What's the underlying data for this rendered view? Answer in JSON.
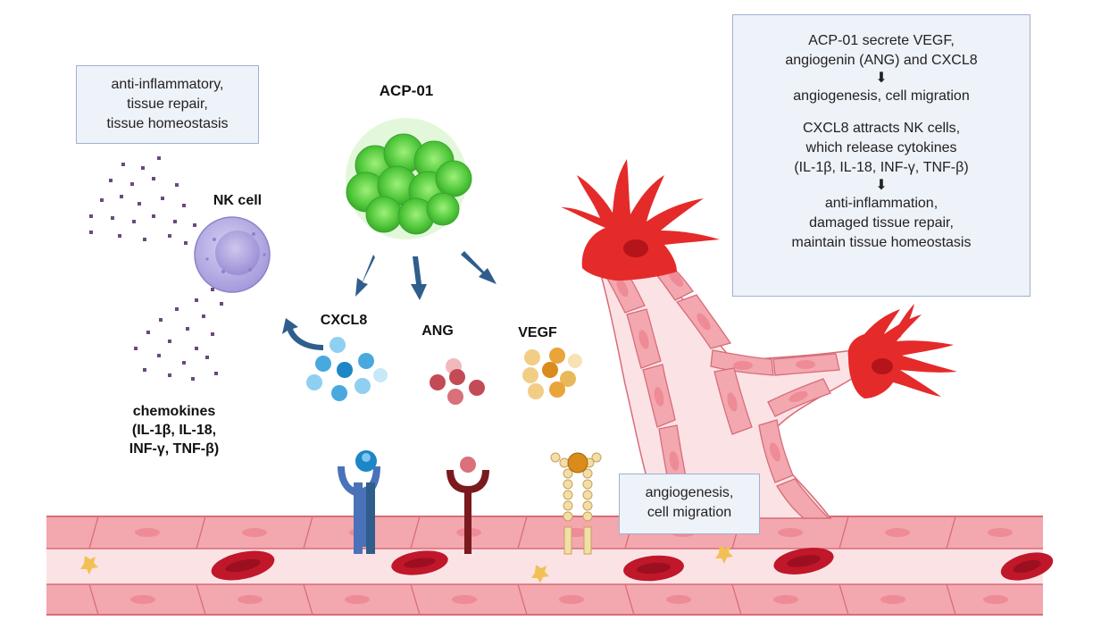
{
  "labels": {
    "acp": "ACP-01",
    "nk_cell": "NK cell",
    "cxcl8": "CXCL8",
    "ang": "ANG",
    "vegf": "VEGF",
    "chemokines": [
      "chemokines",
      "(IL-1β, IL-18,",
      "INF-γ, TNF-β)"
    ]
  },
  "boxes": {
    "anti_inflammatory": [
      "anti-inflammatory,",
      "tissue repair,",
      "tissue homeostasis"
    ],
    "angiogenesis_small": [
      "angiogenesis,",
      "cell migration"
    ],
    "summary": {
      "line1": "ACP-01 secrete VEGF,",
      "line2": "angiogenin (ANG) and CXCL8",
      "line3": "angiogenesis, cell migration",
      "line4": "CXCL8 attracts NK cells,",
      "line5": "which release cytokines",
      "line6": "(IL-1β, IL-18, INF-γ, TNF-β)",
      "line7": "anti-inflammation,",
      "line8": "damaged tissue repair,",
      "line9": "maintain tissue homeostasis"
    }
  },
  "colors": {
    "vessel": "#f3a7ae",
    "vessel_lumen": "#fbe3e5",
    "rbc": "#c0172b",
    "pericyte": "#e52a2a",
    "acp_cells": "#5ed04a",
    "nk_cell": "#b6aee0",
    "cxcl8_dots": "#49a9de",
    "ang_dots": "#c24b55",
    "vegf_dots": "#e9b85a",
    "arrows": "#2f5d8c",
    "dots": "#6a4a7e"
  }
}
